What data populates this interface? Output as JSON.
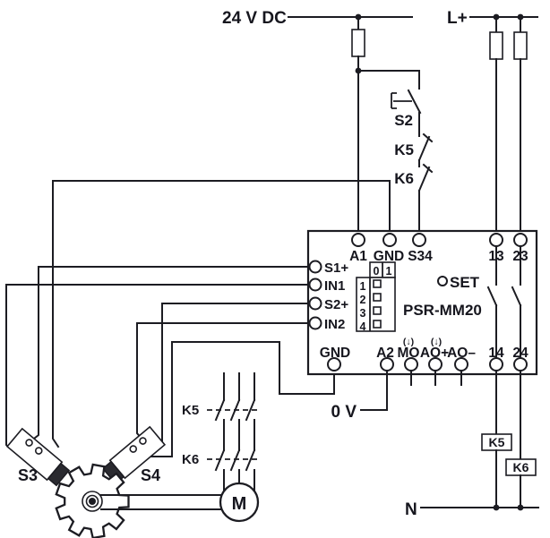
{
  "diagram": {
    "power": {
      "dc_supply": "24 V DC",
      "line_plus": "L+",
      "zero_volt": "0 V",
      "neutral": "N"
    },
    "input_chain": {
      "s2": "S2",
      "k5": "K5",
      "k6": "K6"
    },
    "module": {
      "name": "PSR-MM20",
      "set": "SET",
      "top_terminals": [
        "A1",
        "GND",
        "S34",
        "13",
        "23"
      ],
      "left_terminals": [
        "S1+",
        "IN1",
        "S2+",
        "IN2"
      ],
      "bottom_terminals": [
        "GND",
        "A2",
        "MO",
        "AO+",
        "AO–",
        "14",
        "24"
      ],
      "output_marks": [
        "(↓)",
        "(↓)"
      ],
      "dip_switch": {
        "columns": [
          "0",
          "1"
        ],
        "rows": [
          "1",
          "2",
          "3",
          "4"
        ]
      }
    },
    "sensors": {
      "s3": "S3",
      "s4": "S4"
    },
    "contactor_contacts": {
      "k5": "K5",
      "k6": "K6"
    },
    "contactor_coils": {
      "k5": "K5",
      "k6": "K6"
    },
    "motor": "M",
    "colors": {
      "line": "#1c1c22",
      "text": "#16161e",
      "background": "#ffffff"
    }
  }
}
